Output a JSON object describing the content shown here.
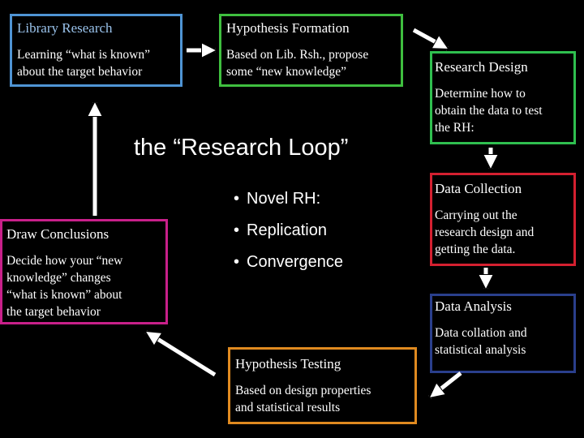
{
  "title": "the “Research Loop”",
  "boxes": {
    "library": {
      "title": "Library Research",
      "body": "Learning “what is known”\nabout the target behavior"
    },
    "hypothesis": {
      "title": "Hypothesis Formation",
      "body": "Based on Lib. Rsh., propose\nsome “new knowledge”"
    },
    "design": {
      "title": "Research Design",
      "body": "Determine how to\nobtain the data to test\nthe RH:"
    },
    "collection": {
      "title": "Data Collection",
      "body": "Carrying out the\nresearch design and\ngetting the data."
    },
    "analysis": {
      "title": "Data Analysis",
      "body": "Data collation and\nstatistical analysis"
    },
    "testing": {
      "title": "Hypothesis Testing",
      "body": "Based on design properties\nand statistical results"
    },
    "conclusions": {
      "title": "Draw Conclusions",
      "body": "Decide how your “new\nknowledge” changes\n“what is known” about\nthe target behavior"
    }
  },
  "bullets": [
    "Novel RH:",
    "Replication",
    "Convergence"
  ],
  "colors": {
    "library_border": "#4f94d4",
    "hypothesis_border": "#3fbf3f",
    "design_border": "#2fbf4f",
    "collection_border": "#d42030",
    "analysis_border": "#2a3f8c",
    "testing_border": "#e08a20",
    "conclusions_border": "#c8208a",
    "arrow_fill": "#ffffff"
  }
}
